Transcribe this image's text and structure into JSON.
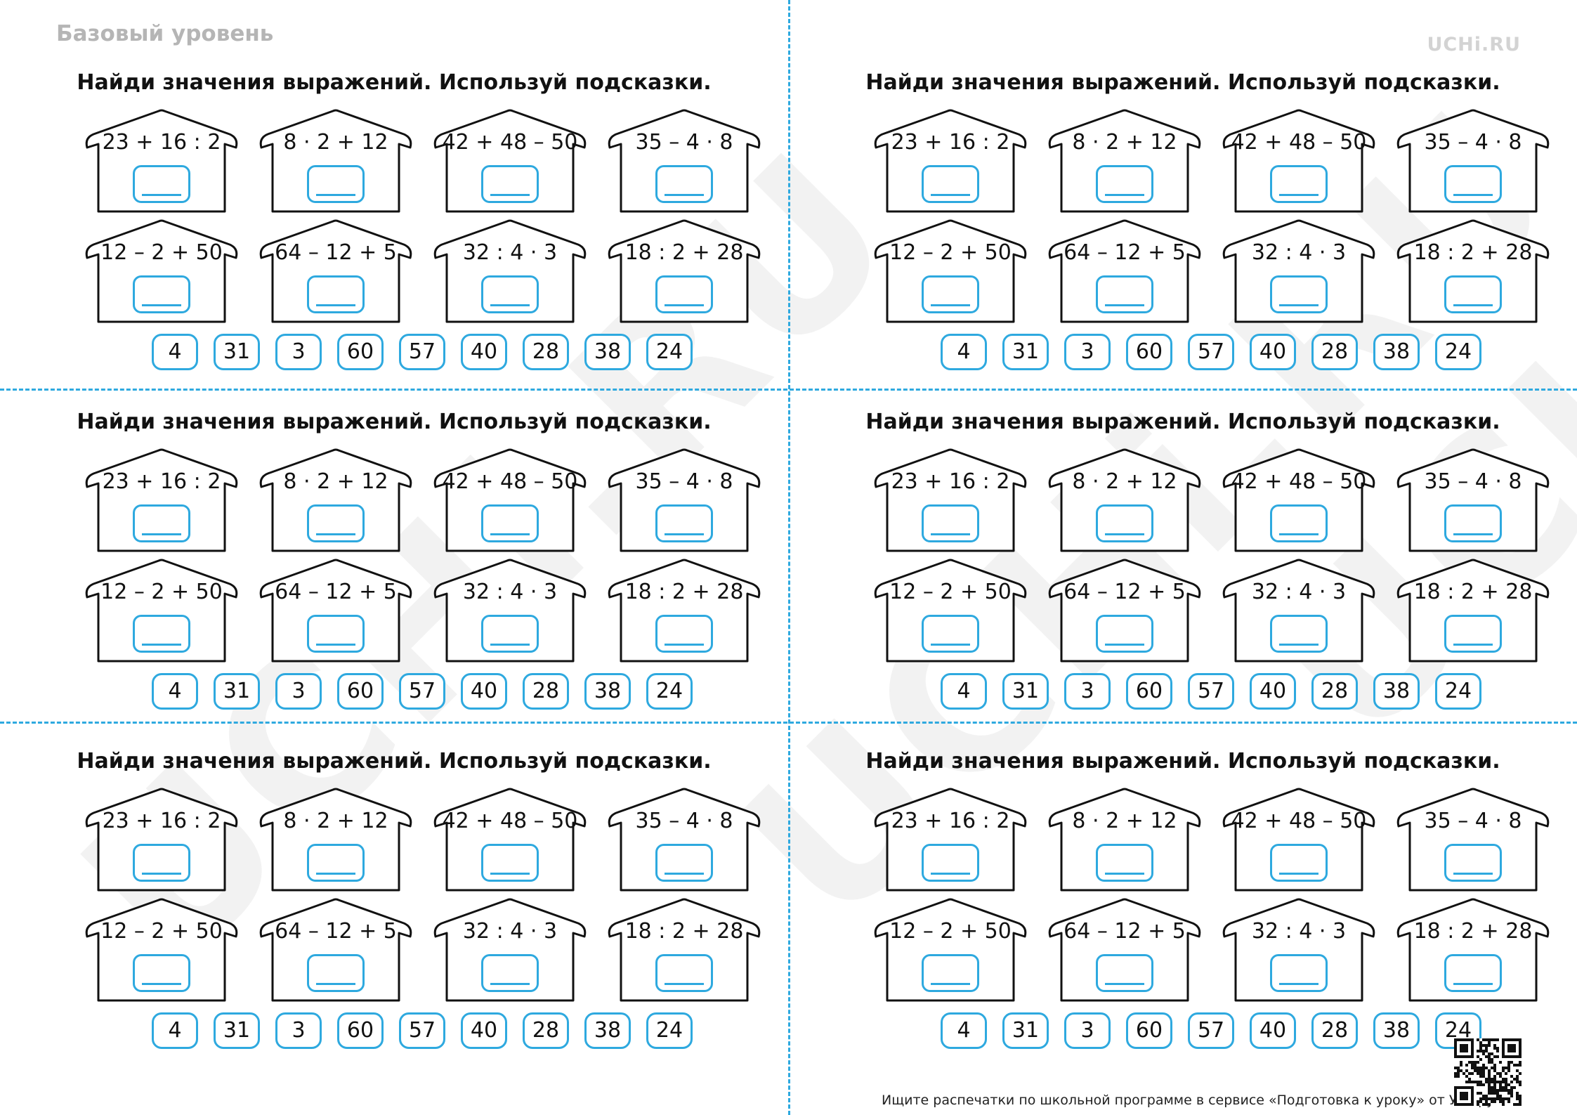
{
  "header": {
    "level": "Базовый уровень",
    "logo": "UCHi.RU"
  },
  "watermark_text": "UCHi.RU",
  "card": {
    "title": "Найди значения выражений. Используй подсказки.",
    "expressions": [
      "23 + 16 : 2",
      "8 · 2 + 12",
      "42 + 48 – 50",
      "35 – 4 · 8",
      "12 – 2 + 50",
      "64 – 12 + 5",
      "32 : 4 · 3",
      "18 : 2 + 28"
    ],
    "hints": [
      "4",
      "31",
      "3",
      "60",
      "57",
      "40",
      "28",
      "38",
      "24"
    ]
  },
  "footer": {
    "text": "Ищите распечатки по школьной программе в сервисе «Подготовка к уроку» от Учи.ру."
  },
  "colors": {
    "accent": "#2ea9df",
    "text": "#111111",
    "level_gray": "#b5b5b5"
  },
  "icons": {
    "qr": "qr-code-icon",
    "house": "house-outline-icon"
  }
}
